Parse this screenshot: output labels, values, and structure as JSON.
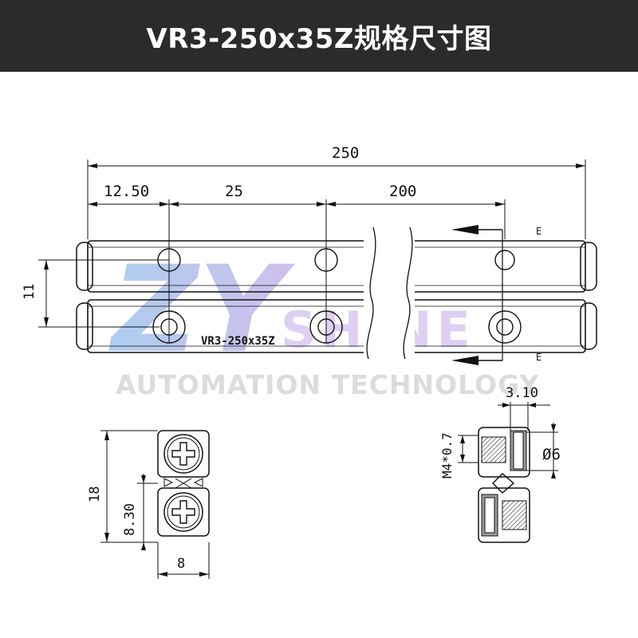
{
  "title": "VR3-250x35Z规格尺寸图",
  "watermark": {
    "brand_left": "ZY",
    "brand_right": "SHINE",
    "subtitle": "AUTOMATION TECHNOLOGY"
  },
  "dimensions": {
    "total_length": "250",
    "first_hole": "12.50",
    "hole_pitch": "25",
    "span": "200",
    "height_offset": "11",
    "section_marker_top": "E",
    "section_marker_bottom": "E",
    "part_label": "VR3-250x35Z",
    "end_height": "18",
    "end_gap": "8.30",
    "end_width": "8",
    "counterbore": "3.10",
    "thread": "M4*0.7",
    "bore_diameter": "Ø6"
  },
  "colors": {
    "header_bg": "#2b2b2b",
    "header_text": "#ffffff",
    "rail_fill": "#f2f2f2",
    "watermark_blue": "#7fb2e6",
    "watermark_purple": "#b79be3",
    "watermark_gray": "#d6d6d6",
    "section_fill": "#9a9a9a"
  }
}
